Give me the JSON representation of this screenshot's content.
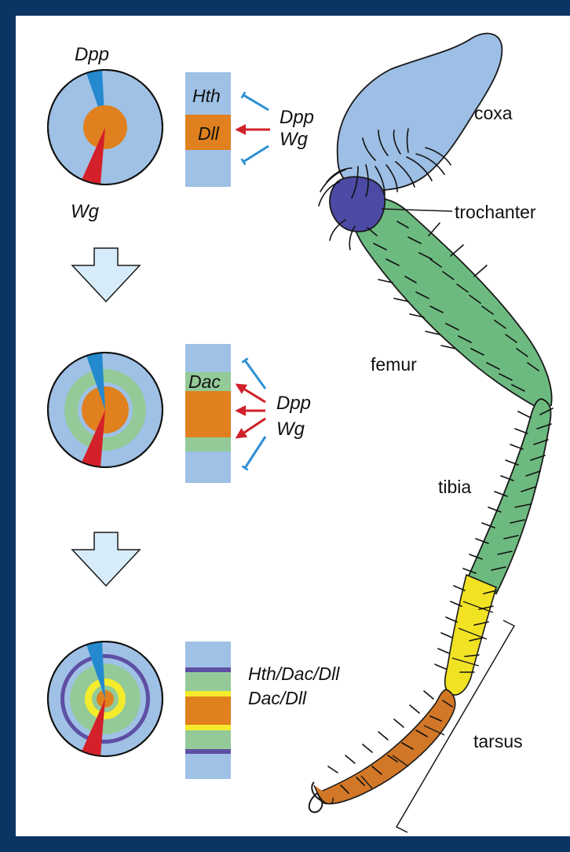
{
  "stage1": {
    "disc_top_label": "Dpp",
    "disc_bottom_label": "Wg",
    "bar_labels": [
      "Hth",
      "Dll"
    ],
    "signal_labels": [
      "Dpp",
      "Wg"
    ]
  },
  "stage2": {
    "bar_label": "Dac",
    "signal_labels": [
      "Dpp",
      "Wg"
    ]
  },
  "stage3": {
    "bar_labels": [
      "Hth/Dac/Dll",
      "Dac/Dll"
    ]
  },
  "leg_labels": {
    "coxa": "coxa",
    "trochanter": "trochanter",
    "femur": "femur",
    "tibia": "tibia",
    "tarsus": "tarsus"
  },
  "colors": {
    "frame": "#0a3462",
    "disc_base": "#9fc1e5",
    "dpp_sector": "#2489cf",
    "wg_sector": "#d4202a",
    "dll_orange": "#e0801e",
    "dac_green": "#93ca98",
    "hth_purple": "#5e4fa4",
    "yellow": "#f4eb2c",
    "arrow_blue": "#2e8fd3",
    "arrow_red": "#cf2129",
    "flow_arrow": "#d6ecfa",
    "coxa": "#9dbee5",
    "trochanter": "#4b4aa4",
    "leg_green": "#6dba80",
    "tarsus_yellow": "#f1e224",
    "tarsus_orange": "#d27727"
  }
}
